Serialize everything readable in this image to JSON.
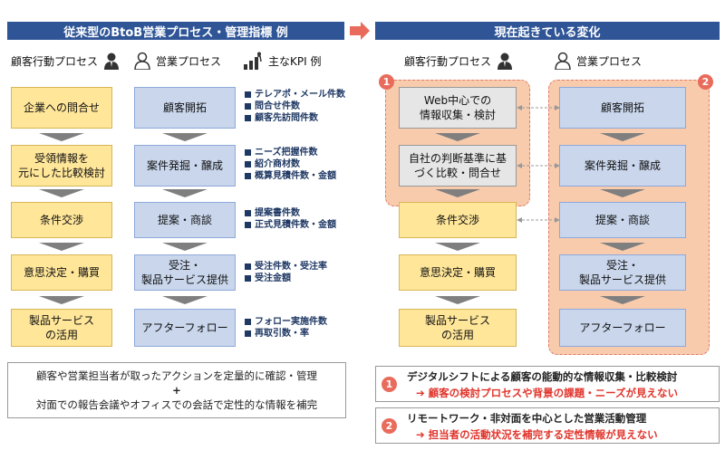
{
  "left": {
    "header": "従来型のBtoB営業プロセス・管理指標 例",
    "col1": "顧客行動プロセス",
    "col2": "営業プロセス",
    "col3": "主なKPI 例",
    "customer_steps": [
      "企業への問合せ",
      "受領情報を\n元にした比較検討",
      "条件交渉",
      "意思決定・購買",
      "製品サービス\nの活用"
    ],
    "sales_steps": [
      "顧客開拓",
      "案件発掘・醸成",
      "提案・商談",
      "受注・\n製品サービス提供",
      "アフターフォロー"
    ],
    "kpis": [
      [
        "テレアポ・メール件数",
        "問合せ件数",
        "顧客先訪問件数"
      ],
      [
        "ニーズ把握件数",
        "紹介商材数",
        "概算見積件数・金額"
      ],
      [
        "提案書件数",
        "正式見積件数・金額"
      ],
      [
        "受注件数・受注率",
        "受注金額"
      ],
      [
        "フォロー実施件数",
        "再取引数・率"
      ]
    ],
    "summary_line1": "顧客や営業担当者が取ったアクションを定量的に確認・管理",
    "summary_plus": "+",
    "summary_line2": "対面での報告会議やオフィスでの会話で定性的な情報を補完"
  },
  "right": {
    "header": "現在起きている変化",
    "col1": "顧客行動プロセス",
    "col2": "営業プロセス",
    "badge1": "1",
    "badge2": "2",
    "customer_steps": [
      "Web中心での\n情報収集・検討",
      "自社の判断基準に基\nづく比較・問合せ",
      "条件交渉",
      "意思決定・購買",
      "製品サービス\nの活用"
    ],
    "sales_steps": [
      "顧客開拓",
      "案件発掘・醸成",
      "提案・商談",
      "受注・\n製品サービス提供",
      "アフターフォロー"
    ],
    "change1_title": "デジタルシフトによる顧客の能動的な情報収集・比較検討",
    "change1_result": "➔ 顧客の検討プロセスや背景の課題・ニーズが見えない",
    "change2_title": "リモートワーク・非対面を中心とした営業活動管理",
    "change2_result": "➔ 担当者の活動状況を補完する定性情報が見えない"
  },
  "colors": {
    "header": "#2f5597",
    "yellow": "#ffe699",
    "blue": "#c9d6ec",
    "gray": "#e7e6e6",
    "salmon": "#f8cbad",
    "badge": "#e96b5b",
    "arrow": "#e96b5b"
  }
}
